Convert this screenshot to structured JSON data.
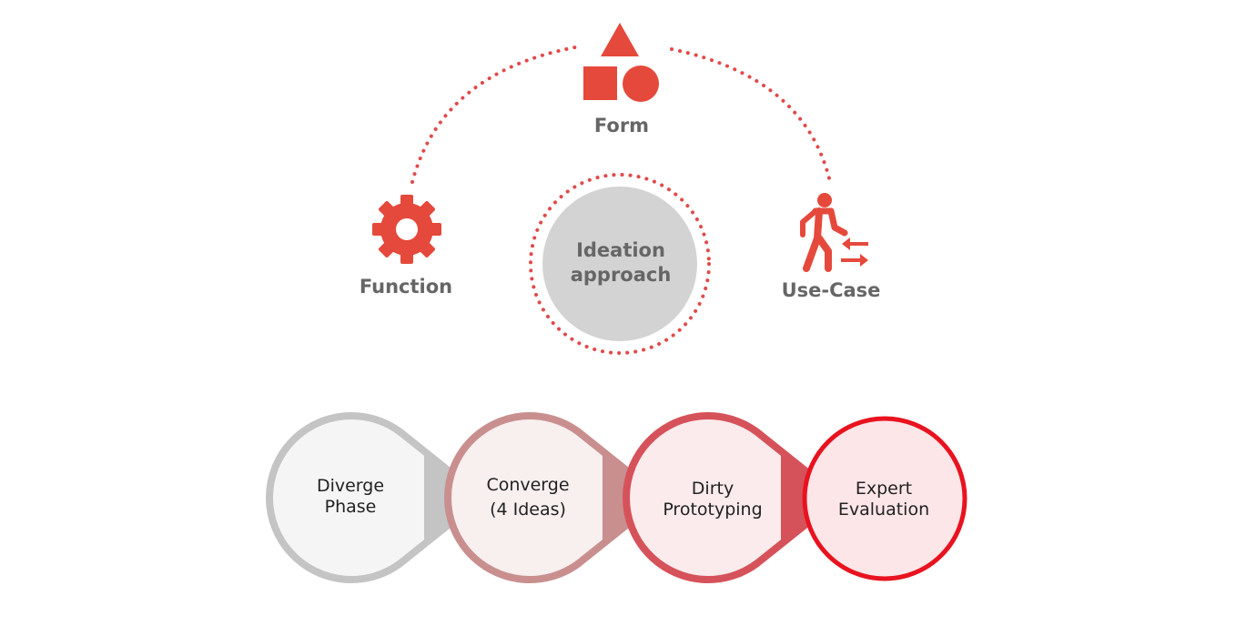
{
  "colors": {
    "accent": "#e5493b",
    "dotted": "#e04a4a",
    "center_fill": "#d3d3d3",
    "label_gray": "#666666"
  },
  "top": {
    "center": {
      "line1": "Ideation",
      "line2": "approach"
    },
    "form": {
      "label": "Form",
      "icon": "shapes-icon"
    },
    "function": {
      "label": "Function",
      "icon": "gear-icon"
    },
    "use_case": {
      "label": "Use-Case",
      "icon": "person-arrows-icon"
    }
  },
  "steps": [
    {
      "line1": "Diverge",
      "line2": "Phase",
      "stroke": "#c4c4c4",
      "fill": "#f5f5f5"
    },
    {
      "line1": "Converge",
      "line2": "(4 Ideas)",
      "stroke": "#c98f8f",
      "fill": "#f8efef"
    },
    {
      "line1": "Dirty",
      "line2": "Prototyping",
      "stroke": "#d6525a",
      "fill": "#fbebec"
    },
    {
      "line1": "Expert",
      "line2": "Evaluation",
      "stroke": "#e8131f",
      "fill": "#fde6e8"
    }
  ]
}
